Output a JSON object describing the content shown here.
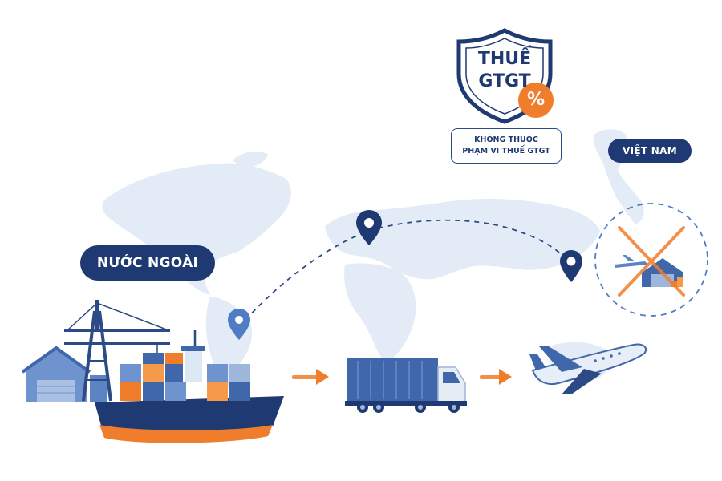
{
  "labels": {
    "foreign": "NƯỚC NGOÀI",
    "vietnam": "VIỆT NAM",
    "tax_line1": "THUẾ",
    "tax_line2": "GTGT",
    "percent": "%",
    "scope_line1": "KHÔNG THUỘC",
    "scope_line2": "PHẠM VI THUẾ GTGT"
  },
  "colors": {
    "navy": "#1f3a72",
    "orange": "#f07d2b",
    "map": "#dde8f5",
    "route": "#2b4a86"
  },
  "icons": [
    "shield-icon",
    "percent-badge-icon",
    "location-pin-icon",
    "arrow-right-icon",
    "cargo-ship-icon",
    "truck-icon",
    "airplane-icon",
    "warehouse-icon",
    "port-crane-icon",
    "cross-mark-icon"
  ]
}
